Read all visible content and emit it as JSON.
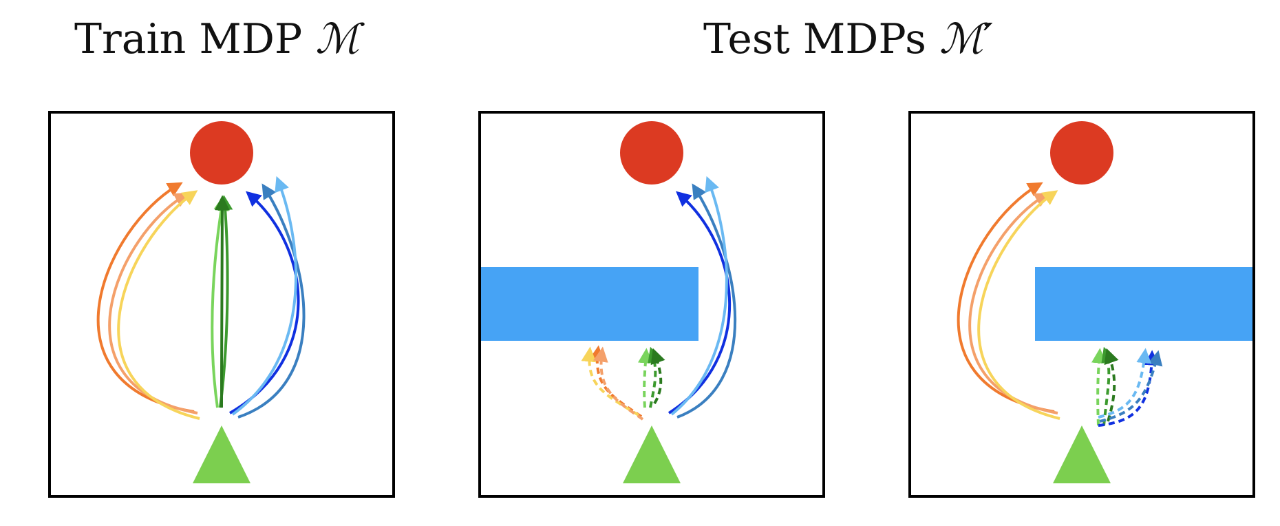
{
  "titles": {
    "train": {
      "text": "Train MDP",
      "symbol": "ℳ"
    },
    "test": {
      "text": "Test MDPs",
      "symbol": "ℳ′"
    }
  },
  "colors": {
    "goal": "#dc3a22",
    "start": "#7ccf4f",
    "wall": "#46a3f5",
    "frame": "#000000",
    "orange": [
      "#f07a2e",
      "#f4a06a",
      "#f7d45a"
    ],
    "green": [
      "#79d45c",
      "#3c9a2e",
      "#2b7a1f"
    ],
    "blue": [
      "#1030e0",
      "#3a7fc0",
      "#6ab9f2"
    ]
  },
  "panels": [
    {
      "name": "train-panel",
      "wall": "none",
      "arrows": {
        "orange": "solid-to-goal",
        "green": "solid-to-goal",
        "blue": "solid-to-goal"
      }
    },
    {
      "name": "test-panel-1",
      "wall": "left",
      "arrows": {
        "orange": "dashed-blocked",
        "green": "dashed-blocked",
        "blue": "solid-to-goal"
      }
    },
    {
      "name": "test-panel-2",
      "wall": "right",
      "arrows": {
        "orange": "solid-to-goal",
        "green": "dashed-blocked",
        "blue": "dashed-blocked"
      }
    }
  ]
}
